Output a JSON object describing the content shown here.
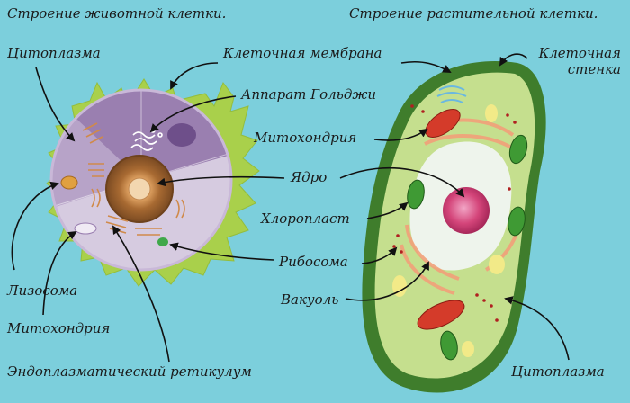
{
  "titles": {
    "animal": "Строение животной клетки.",
    "plant": "Строение растительной клетки."
  },
  "labels": {
    "cytoplasm_animal": "Цитоплазма",
    "cell_membrane": "Клеточная мембрана",
    "cell_wall_line1": "Клеточная",
    "cell_wall_line2": "стенка",
    "golgi": "Аппарат Гольджи",
    "mitochondrion_plant": "Митохондрия",
    "nucleus": "Ядро",
    "chloroplast": "Хлоропласт",
    "ribosome": "Рибосома",
    "vacuole": "Вакуоль",
    "lysosome": "Лизосома",
    "mitochondrion_animal": "Митохондрия",
    "er": "Эндоплазматический ретикулум",
    "cytoplasm_plant": "Цитоплазма"
  },
  "colors": {
    "background": "#7ccfdc",
    "membrane_green": "#a9d04b",
    "animal_top": "#9a7fb0",
    "animal_left": "#b7a3c8",
    "animal_bottom": "#d6cbe0",
    "nucleus_brown": "#a86a32",
    "plant_wall": "#3f7d2c",
    "plant_cytoplasm": "#c5df8e",
    "vacuole": "#eef4ec",
    "plant_nucleus": "#d4457a",
    "mitochondrion": "#d43b2a"
  }
}
